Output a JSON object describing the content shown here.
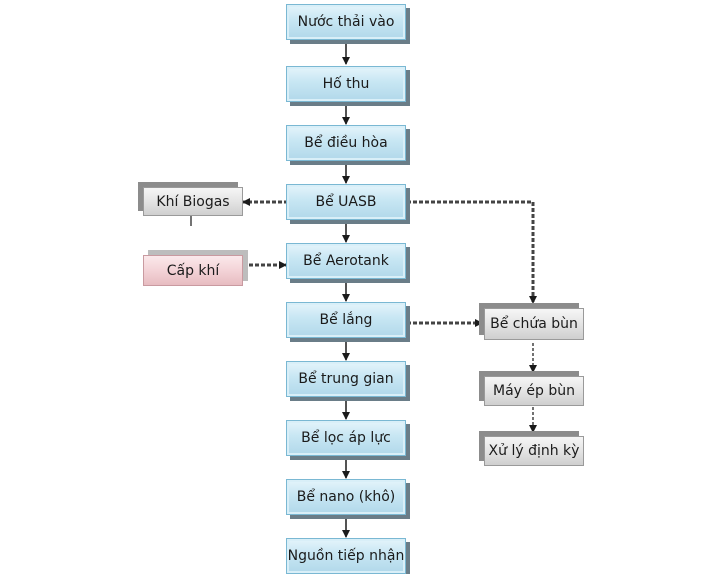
{
  "main_flow": [
    "Nước thải vào",
    "Hố thu",
    "Bể điều hòa",
    "Bể UASB",
    "Bể Aerotank",
    "Bể lắng",
    "Bể trung gian",
    "Bể lọc áp lực",
    "Bể nano (khô)",
    "Nguồn tiếp nhận"
  ],
  "side_left": {
    "biogas": "Khí Biogas",
    "air_supply": "Cấp khí"
  },
  "sludge_flow": [
    "Bể chứa bùn",
    "Máy ép bùn",
    "Xử lý định kỳ"
  ],
  "colors": {
    "main_box": "#c7e6f3",
    "side_box": "#e4e4e4",
    "air_box": "#f3d3d7",
    "arrow": "#1b1b1b"
  }
}
